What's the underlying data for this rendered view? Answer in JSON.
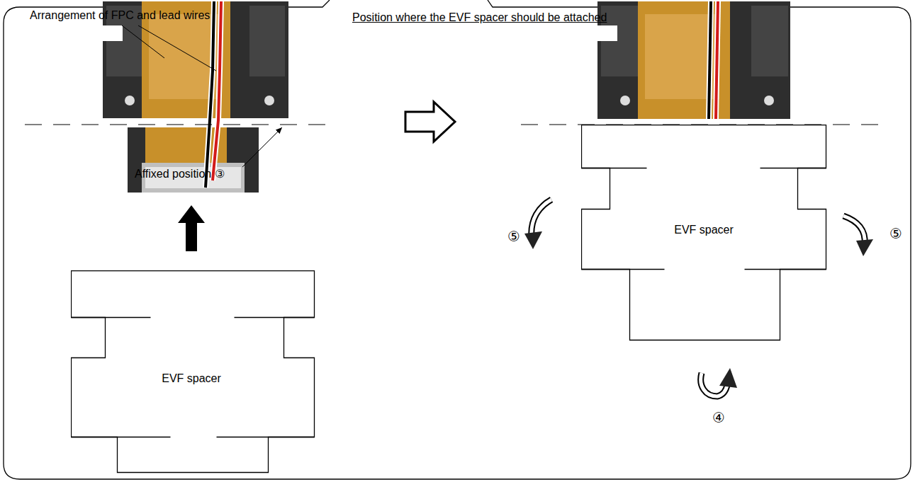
{
  "diagram": {
    "title": "Position where the EVF spacer should be attached",
    "nodes": [
      {
        "text": [
          "EVF spacer"
        ]
      },
      {
        "text": [
          "EVF spacer"
        ]
      }
    ],
    "labels": [
      "Arrangement of FPC and lead wires",
      "Affixed position ③",
      "⑤",
      "⑤",
      "④"
    ]
  }
}
